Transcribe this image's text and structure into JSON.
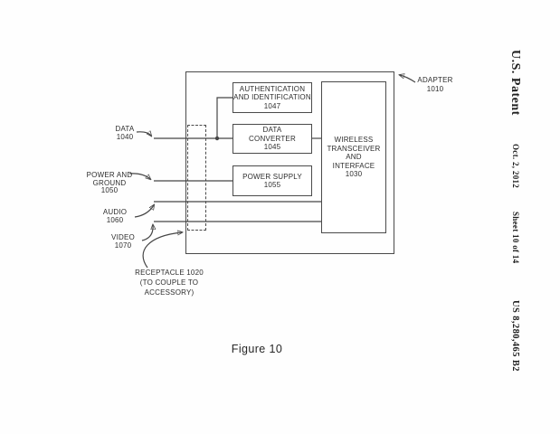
{
  "page": {
    "figure_caption": "Figure 10"
  },
  "patent_header": {
    "publication": "U.S. Patent",
    "date": "Oct. 2, 2012",
    "sheet": "Sheet 10 of 14",
    "document_number": "US 8,280,465 B2"
  },
  "diagram": {
    "adapter_label": {
      "lines": [
        "ADAPTER",
        "1010"
      ]
    },
    "blocks": {
      "authentication": {
        "lines": [
          "AUTHENTICATION",
          "AND IDENTIFICATION",
          "1047"
        ]
      },
      "data_converter": {
        "lines": [
          "DATA",
          "CONVERTER",
          "1045"
        ]
      },
      "power_supply": {
        "lines": [
          "POWER SUPPLY",
          "1055"
        ]
      },
      "wireless": {
        "lines": [
          "WIRELESS",
          "TRANSCEIVER",
          "AND",
          "INTERFACE",
          "1030"
        ]
      }
    },
    "pins": {
      "data": {
        "lines": [
          "DATA",
          "1040"
        ]
      },
      "power_ground": {
        "lines": [
          "POWER AND",
          "GROUND",
          "1050"
        ]
      },
      "audio": {
        "lines": [
          "AUDIO",
          "1060"
        ]
      },
      "video": {
        "lines": [
          "VIDEO",
          "1070"
        ]
      }
    },
    "receptacle_label": {
      "lines": [
        "RECEPTACLE 1020",
        "(TO COUPLE TO",
        "ACCESSORY)"
      ]
    },
    "colors": {
      "ink": "#454545",
      "background": "#fefefe"
    }
  }
}
